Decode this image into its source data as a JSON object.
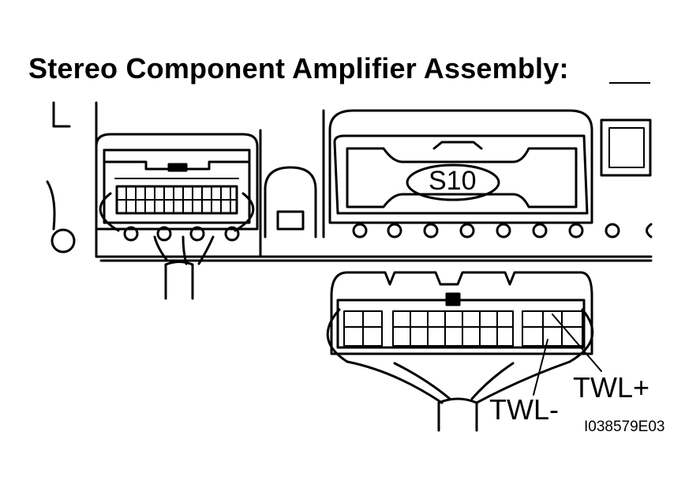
{
  "diagram": {
    "title": "Stereo Component Amplifier Assembly:",
    "connector_label": "S10",
    "pin_labels": {
      "twl_plus": "TWL+",
      "twl_minus": "TWL-"
    },
    "figure_code": "I038579E03"
  },
  "colors": {
    "line": "#000000",
    "background": "#ffffff"
  }
}
